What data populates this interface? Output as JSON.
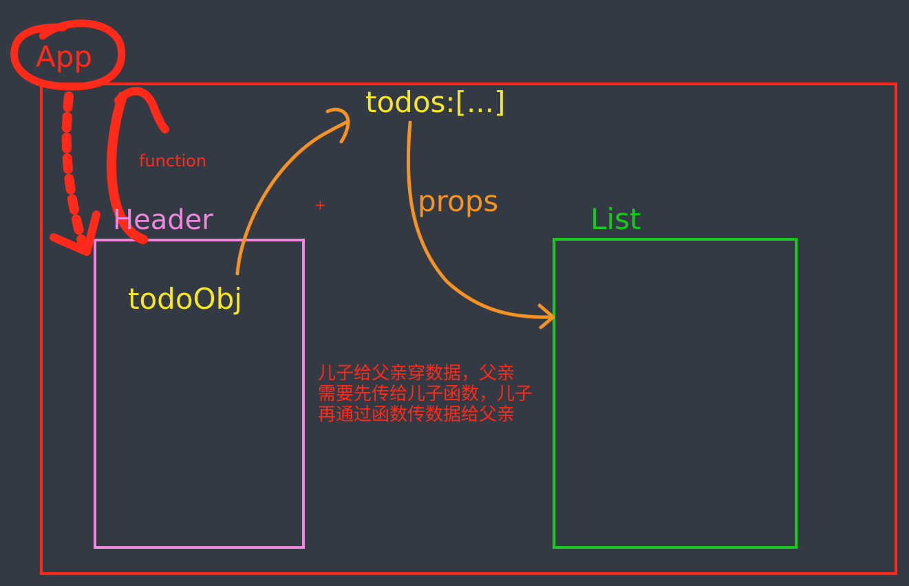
{
  "diagram": {
    "app": {
      "label": "App",
      "color": "#ff2a1a"
    },
    "header": {
      "label": "Header",
      "color": "#ee88dd",
      "inner_text": "todoObj"
    },
    "list": {
      "label": "List",
      "color": "#17c81f"
    },
    "state": {
      "text": "todos:[...]",
      "color": "#f5e629"
    },
    "edges": {
      "props_label": "props",
      "function_label": "function",
      "arrow_color": "#f59224"
    },
    "note": {
      "text": "儿子给父亲穿数据，父亲\n需要先传给儿子函数，儿子\n再通过函数传数据给父亲",
      "color": "#ff2a1a"
    },
    "center_mark": "+"
  }
}
